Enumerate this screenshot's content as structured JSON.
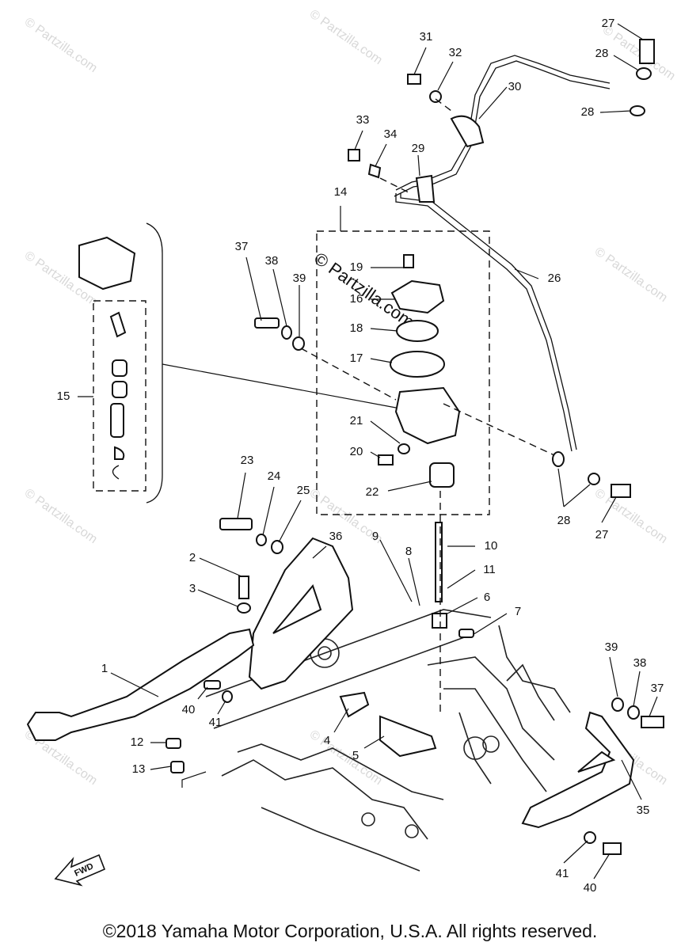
{
  "watermark": "© Partzilla.com",
  "fwd_label": "FWD",
  "copyright": "©2018  Yamaha Motor Corporation, U.S.A. All rights reserved.",
  "callouts": [
    {
      "id": "1",
      "label": "1"
    },
    {
      "id": "2",
      "label": "2"
    },
    {
      "id": "3",
      "label": "3"
    },
    {
      "id": "4",
      "label": "4"
    },
    {
      "id": "5",
      "label": "5"
    },
    {
      "id": "6",
      "label": "6"
    },
    {
      "id": "7",
      "label": "7"
    },
    {
      "id": "8",
      "label": "8"
    },
    {
      "id": "9",
      "label": "9"
    },
    {
      "id": "10",
      "label": "10"
    },
    {
      "id": "11",
      "label": "11"
    },
    {
      "id": "12",
      "label": "12"
    },
    {
      "id": "13",
      "label": "13"
    },
    {
      "id": "14",
      "label": "14"
    },
    {
      "id": "15",
      "label": "15"
    },
    {
      "id": "16",
      "label": "16"
    },
    {
      "id": "17",
      "label": "17"
    },
    {
      "id": "18",
      "label": "18"
    },
    {
      "id": "19",
      "label": "19"
    },
    {
      "id": "20",
      "label": "20"
    },
    {
      "id": "21",
      "label": "21"
    },
    {
      "id": "22",
      "label": "22"
    },
    {
      "id": "23",
      "label": "23"
    },
    {
      "id": "24",
      "label": "24"
    },
    {
      "id": "25",
      "label": "25"
    },
    {
      "id": "26",
      "label": "26"
    },
    {
      "id": "27a",
      "label": "27"
    },
    {
      "id": "27b",
      "label": "27"
    },
    {
      "id": "28a",
      "label": "28"
    },
    {
      "id": "28b",
      "label": "28"
    },
    {
      "id": "28c",
      "label": "28"
    },
    {
      "id": "29",
      "label": "29"
    },
    {
      "id": "30",
      "label": "30"
    },
    {
      "id": "31",
      "label": "31"
    },
    {
      "id": "32",
      "label": "32"
    },
    {
      "id": "33",
      "label": "33"
    },
    {
      "id": "34",
      "label": "34"
    },
    {
      "id": "35",
      "label": "35"
    },
    {
      "id": "36",
      "label": "36"
    },
    {
      "id": "37a",
      "label": "37"
    },
    {
      "id": "37b",
      "label": "37"
    },
    {
      "id": "38a",
      "label": "38"
    },
    {
      "id": "38b",
      "label": "38"
    },
    {
      "id": "39a",
      "label": "39"
    },
    {
      "id": "39b",
      "label": "39"
    },
    {
      "id": "40a",
      "label": "40"
    },
    {
      "id": "40b",
      "label": "40"
    },
    {
      "id": "41a",
      "label": "41"
    },
    {
      "id": "41b",
      "label": "41"
    }
  ]
}
